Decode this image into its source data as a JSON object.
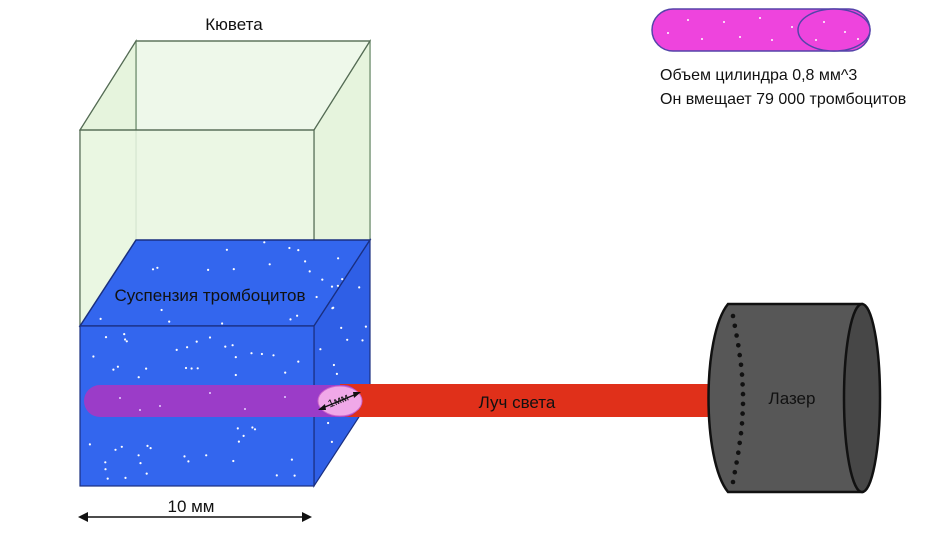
{
  "labels": {
    "cuvette": "Кювета",
    "suspension": "Суспензия тромбоцитов",
    "beam": "Луч света",
    "laser": "Лазер",
    "width": "10 мм",
    "beam_diameter": "1мм"
  },
  "info": {
    "line1": "Объем цилиндра 0,8 мм^3",
    "line2": "Он вмещает 79 000 тромбоцитов"
  },
  "colors": {
    "cuvette_glass": "#eaf7e3",
    "suspension": "#3366ee",
    "suspension_dark": "#2a55d8",
    "beam": "#e0301a",
    "beam_inside": "#9b3cc8",
    "cylinder": "#ee44dd",
    "laser_body": "#555555",
    "outline": "#222222"
  }
}
